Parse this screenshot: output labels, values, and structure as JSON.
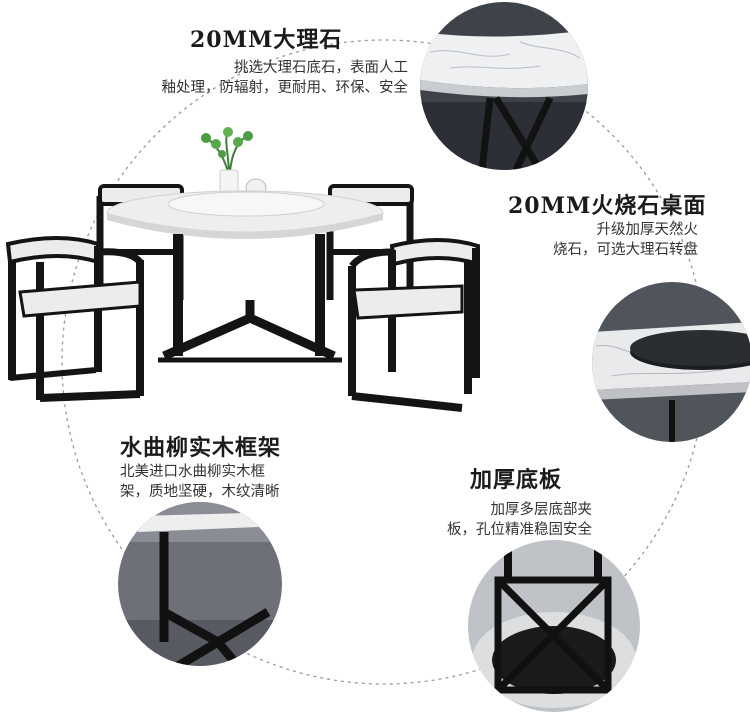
{
  "features": [
    {
      "title": "20MM大理石",
      "lines": [
        "挑选大理石底石，表面人工",
        "釉处理，防辐射，更耐用、环保、安全"
      ]
    },
    {
      "title": "20MM火烧石桌面",
      "lines": [
        "升级加厚天然火",
        "烧石，可选大理石转盘"
      ]
    },
    {
      "title": "水曲柳实木框架",
      "lines": [
        "北美进口水曲柳实木框",
        "架，质地坚硬，木纹清晰"
      ]
    },
    {
      "title": "加厚底板",
      "lines": [
        "加厚多层底部夹",
        "板，孔位精准稳固安全"
      ]
    }
  ],
  "colors": {
    "frame": "#141414",
    "seat": "#ececec",
    "marble": "#f2f2f2",
    "ring": "#9a9a9a"
  }
}
